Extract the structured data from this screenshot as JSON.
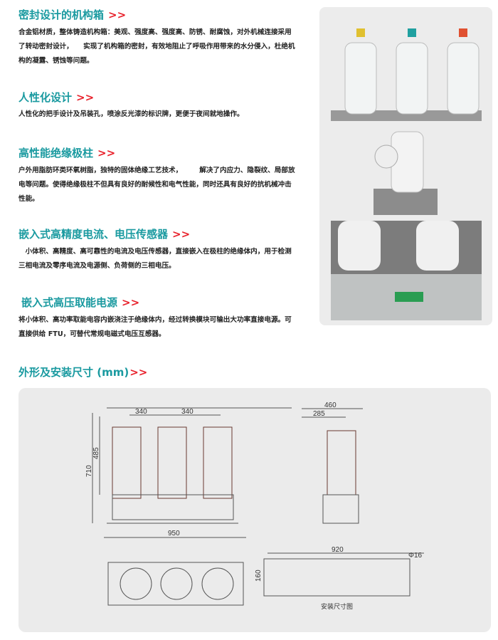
{
  "sections": [
    {
      "title": "密封设计的机构箱",
      "arrow": ">>",
      "text": "合金铝材质，整体铸造机构箱：美观、强度高、强度高、防锈、耐腐蚀，对外机械连接采用了转动密封设计，　　实现了机构箱的密封，有效地阻止了呼吸作用带来的水分侵入，杜绝机构的凝露、锈蚀等问题。"
    },
    {
      "title": "人性化设计",
      "arrow": ">>",
      "text": "人性化的把手设计及吊装孔，喷涂反光漆的标识牌，更便于夜间就地操作。"
    },
    {
      "title": "高性能绝缘极柱",
      "arrow": ">>",
      "text": "户外用脂肪环类环氧树脂，独特的固体绝缘工艺技术，　　　解决了内应力、隐裂纹、局部放电等问题。使得绝缘极柱不但具有良好的耐候性和电气性能，同时还具有良好的抗机械冲击性能。"
    },
    {
      "title": "嵌入式高精度电流、电压传感器",
      "arrow": ">>",
      "text": "　小体积、高精度、高可靠性的电流及电压传感器，直接嵌入在极柱的绝缘体内，用于检测三相电流及零序电流及电源侧、负荷侧的三相电压。"
    },
    {
      "title": "嵌入式高压取能电源",
      "arrow": ">>",
      "text": "将小体积、高功率取能电容内嵌浇注于绝缘体内，经过转换模块可输出大功率直接电源。可直接供给 FTU，可替代常规电磁式电压互感器。"
    }
  ],
  "dimensions": {
    "title": "外形及安装尺寸 (mm)",
    "arrow": ">>",
    "front": {
      "pitch1": "340",
      "pitch2": "340",
      "h1": "485",
      "h2": "710"
    },
    "side": {
      "w1": "460",
      "w2": "285"
    },
    "top": {
      "w": "950"
    },
    "mount": {
      "w": "920",
      "h": "160",
      "hole": "Φ16",
      "caption": "安装尺寸图"
    }
  },
  "colors": {
    "heading": "#1a9aa0",
    "arrow": "#e8202a"
  }
}
